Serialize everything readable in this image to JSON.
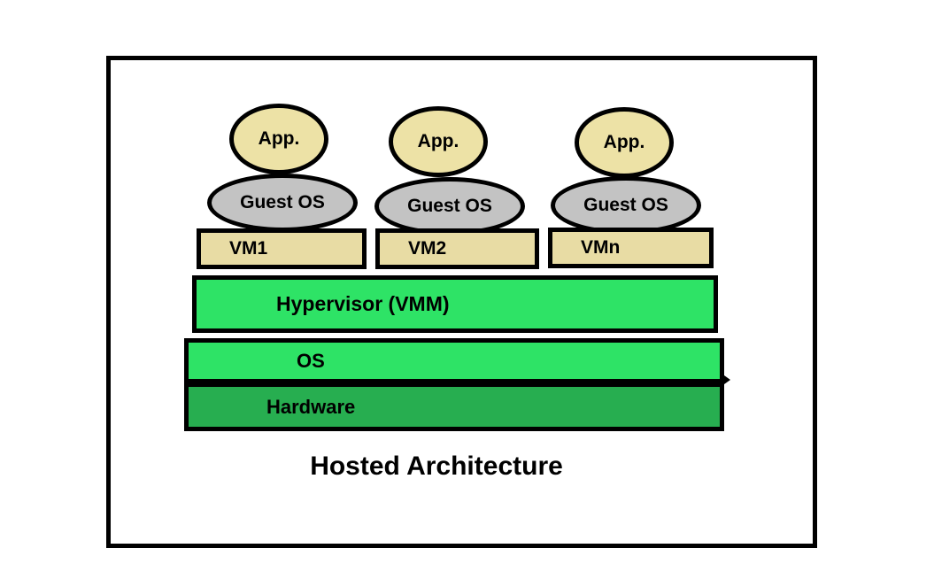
{
  "diagram": {
    "title": "Hosted Architecture",
    "stacks": [
      {
        "app": "App.",
        "guest_os": "Guest OS",
        "vm": "VM1"
      },
      {
        "app": "App.",
        "guest_os": "Guest OS",
        "vm": "VM2"
      },
      {
        "app": "App.",
        "guest_os": "Guest OS",
        "vm": "VMn"
      }
    ],
    "layers": [
      {
        "label": "Hypervisor (VMM)"
      },
      {
        "label": "OS"
      },
      {
        "label": "Hardware"
      }
    ],
    "colors": {
      "app_fill": "#EDE2A6",
      "vm_fill": "#E8DCA4",
      "guest_os_fill": "#C3C3C3",
      "hypervisor_fill": "#2EE366",
      "os_fill": "#2EE366",
      "hardware_fill": "#27AE50",
      "outline": "#000000",
      "background": "#FFFFFF"
    }
  }
}
